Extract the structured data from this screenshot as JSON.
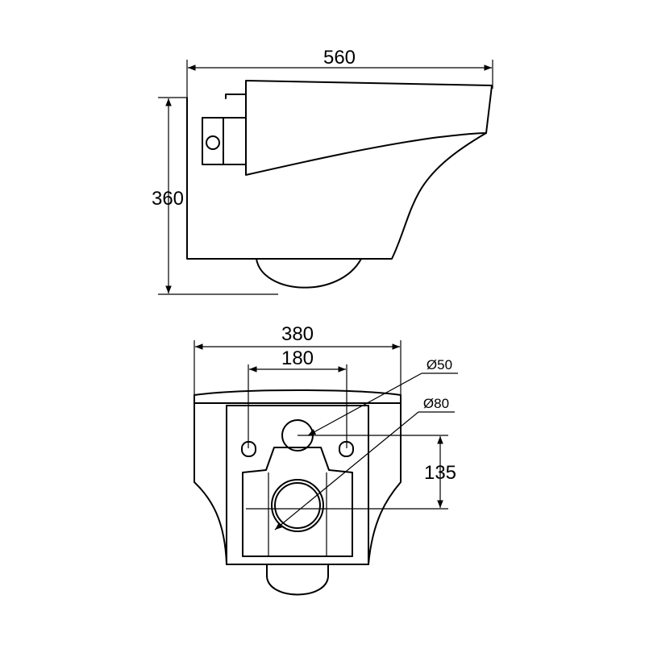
{
  "side_view": {
    "width_label": "560",
    "height_label": "360"
  },
  "top_view": {
    "overall_width_label": "380",
    "bolt_spacing_label": "180",
    "inlet_label": "Ø50",
    "outlet_label": "Ø80",
    "offset_label": "135"
  },
  "colors": {
    "line": "#000000",
    "background": "#ffffff"
  }
}
